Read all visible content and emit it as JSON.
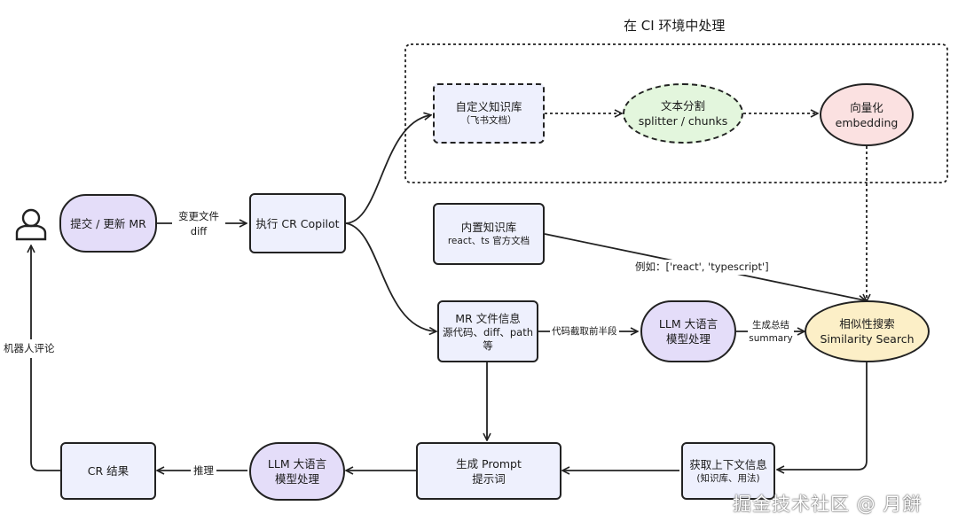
{
  "region_title": "在 CI 环境中处理",
  "nodes": {
    "submit": "提交 / 更新 MR",
    "run_copilot": "执行 CR Copilot",
    "custom_kb": {
      "line1": "自定义知识库",
      "line2": "（飞书文档）"
    },
    "splitter": {
      "line1": "文本分割",
      "line2": "splitter / chunks"
    },
    "embedding": {
      "line1": "向量化",
      "line2": "embedding"
    },
    "builtin_kb": {
      "line1": "内置知识库",
      "line2": "react、ts 官方文档"
    },
    "mr_info": {
      "line1": "MR 文件信息",
      "line2": "源代码、diff、path",
      "line3": "等"
    },
    "llm_top": {
      "line1": "LLM 大语言",
      "line2": "模型处理"
    },
    "similarity": {
      "line1": "相似性搜索",
      "line2": "Similarity Search"
    },
    "context": {
      "line1": "获取上下文信息",
      "line2": "(知识库、用法)"
    },
    "prompt": {
      "line1": "生成 Prompt",
      "line2": "提示词"
    },
    "llm_bottom": {
      "line1": "LLM 大语言",
      "line2": "模型处理"
    },
    "cr_result": "CR 结果"
  },
  "edge_labels": {
    "diff_change": {
      "line1": "变更文件",
      "line2": "diff"
    },
    "example": "例如：['react', 'typescript']",
    "code_truncate": "代码截取前半段",
    "summary": {
      "line1": "生成总结",
      "line2": "summary"
    },
    "infer": "推理",
    "robot_comment": "机器人评论"
  },
  "watermark": "掘金技术社区 @ 月餅",
  "colors": {
    "rect_fill": "#eef0fd",
    "pill_fill": "#e4ddf9",
    "splitter_fill": "#e3f6dd",
    "embedding_fill": "#fbe1e1",
    "similarity_fill": "#fcefc7",
    "stroke": "#222222"
  },
  "icons": {
    "user": "user-icon"
  }
}
